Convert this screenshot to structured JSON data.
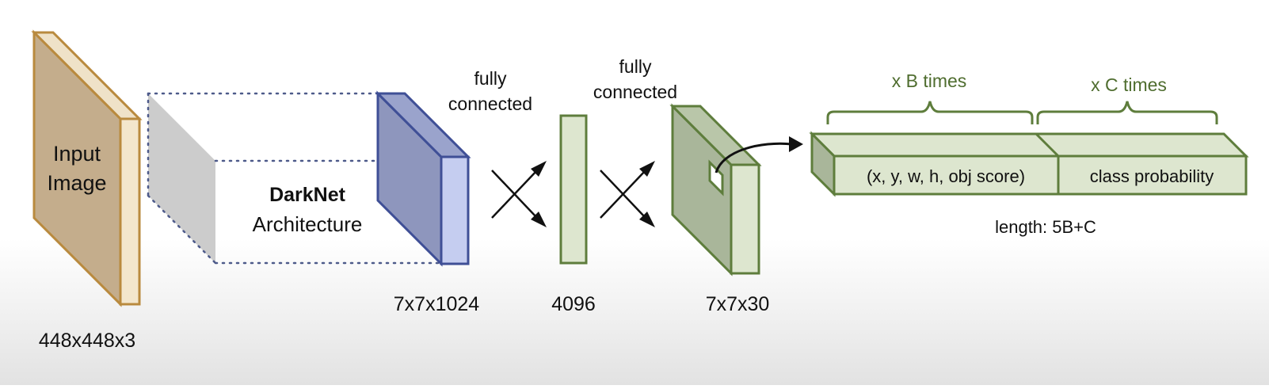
{
  "input": {
    "label_line1": "Input",
    "label_line2": "Image",
    "dims": "448x448x3"
  },
  "darknet": {
    "title": "DarkNet",
    "subtitle": "Architecture"
  },
  "feature_map": {
    "dims": "7x7x1024"
  },
  "fc1": {
    "label_line1": "fully",
    "label_line2": "connected"
  },
  "dense": {
    "dims": "4096"
  },
  "fc2": {
    "label_line1": "fully",
    "label_line2": "connected"
  },
  "output": {
    "dims": "7x7x30"
  },
  "vector": {
    "bbox_label": "(x, y, w, h, obj score)",
    "class_label": "class probability",
    "b_times": "x B times",
    "c_times": "x C times",
    "length": "length: 5B+C"
  },
  "colors": {
    "input_fill": "#c4ad8c",
    "input_stroke": "#b98a3e",
    "input_side": "#f3e6cc",
    "shadow": "#cccccc",
    "dotted": "#4d5a8a",
    "blue_front": "#8e96bd",
    "blue_side": "#c5cdf0",
    "blue_stroke": "#3f4f96",
    "green_fill": "#dde6cf",
    "green_front": "#a9b69a",
    "green_stroke": "#5e7d3c",
    "green_text": "#4f6d2f",
    "black": "#111111"
  }
}
